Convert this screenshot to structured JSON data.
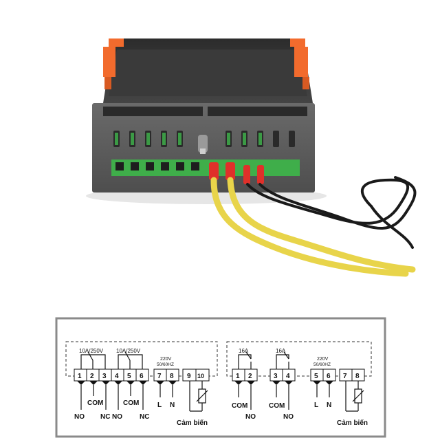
{
  "diagram_left": {
    "terminals": [
      "1",
      "2",
      "3",
      "4",
      "5",
      "6",
      "7",
      "8",
      "9",
      "10"
    ],
    "relay1_rating": "10A/250V",
    "relay2_rating": "10A/250V",
    "power_rating_line1": "220V",
    "power_rating_line2": "50/60HZ",
    "com1": "COM",
    "com2": "COM",
    "no1": "NO",
    "nc1": "NC",
    "no2": "NO",
    "nc2": "NC",
    "l": "L",
    "n": "N",
    "sensor": "Cảm biến"
  },
  "diagram_right": {
    "terminals": [
      "1",
      "2",
      "3",
      "4",
      "5",
      "6",
      "7",
      "8"
    ],
    "relay1_rating": "16A",
    "relay2_rating": "16A",
    "power_rating_line1": "220V",
    "power_rating_line2": "50/60HZ",
    "com1": "COM",
    "com2": "COM",
    "no1": "NO",
    "no2": "NO",
    "l": "L",
    "n": "N",
    "sensor": "Cảm biến"
  },
  "colors": {
    "housing": "#5a5a5a",
    "terminal_block": "#3fae4a",
    "clip": "#f26b2d",
    "wire_yellow": "#e8d44a",
    "wire_black": "#1a1a1a",
    "frame_border": "#8a8a8a"
  }
}
